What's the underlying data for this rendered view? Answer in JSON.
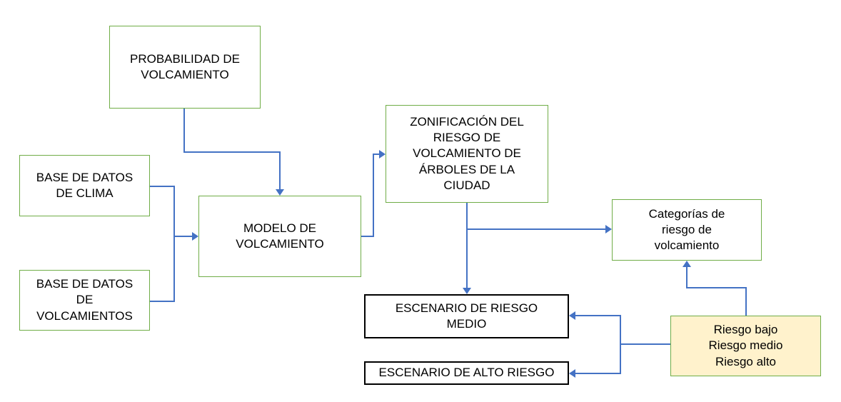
{
  "diagram": {
    "boxes": {
      "probabilidad": {
        "label": "PROBABILIDAD DE\nVOLCAMIENTO"
      },
      "base_clima": {
        "label": "BASE DE DATOS\nDE CLIMA"
      },
      "base_volcamientos": {
        "label": "BASE DE DATOS\nDE\nVOLCAMIENTOS"
      },
      "modelo": {
        "label": "MODELO DE\nVOLCAMIENTO"
      },
      "zonificacion": {
        "label": "ZONIFICACIÓN DEL\nRIESGO DE\nVOLCAMIENTO DE\nÁRBOLES DE LA\nCIUDAD"
      },
      "categorias": {
        "label": "Categorías de\nriesgo de\nvolcamiento"
      },
      "escenario_medio": {
        "label": "ESCENARIO DE RIESGO\nMEDIO"
      },
      "escenario_alto": {
        "label": "ESCENARIO DE ALTO RIESGO"
      },
      "riesgos": {
        "label": "Riesgo bajo\nRiesgo medio\nRiesgo alto"
      }
    },
    "colors": {
      "green_border": "#70AD47",
      "black_border": "#000000",
      "connector_blue": "#4472C4",
      "riesgos_fill": "#FFF2CC",
      "text": "#000000",
      "background": "#FFFFFF"
    }
  }
}
